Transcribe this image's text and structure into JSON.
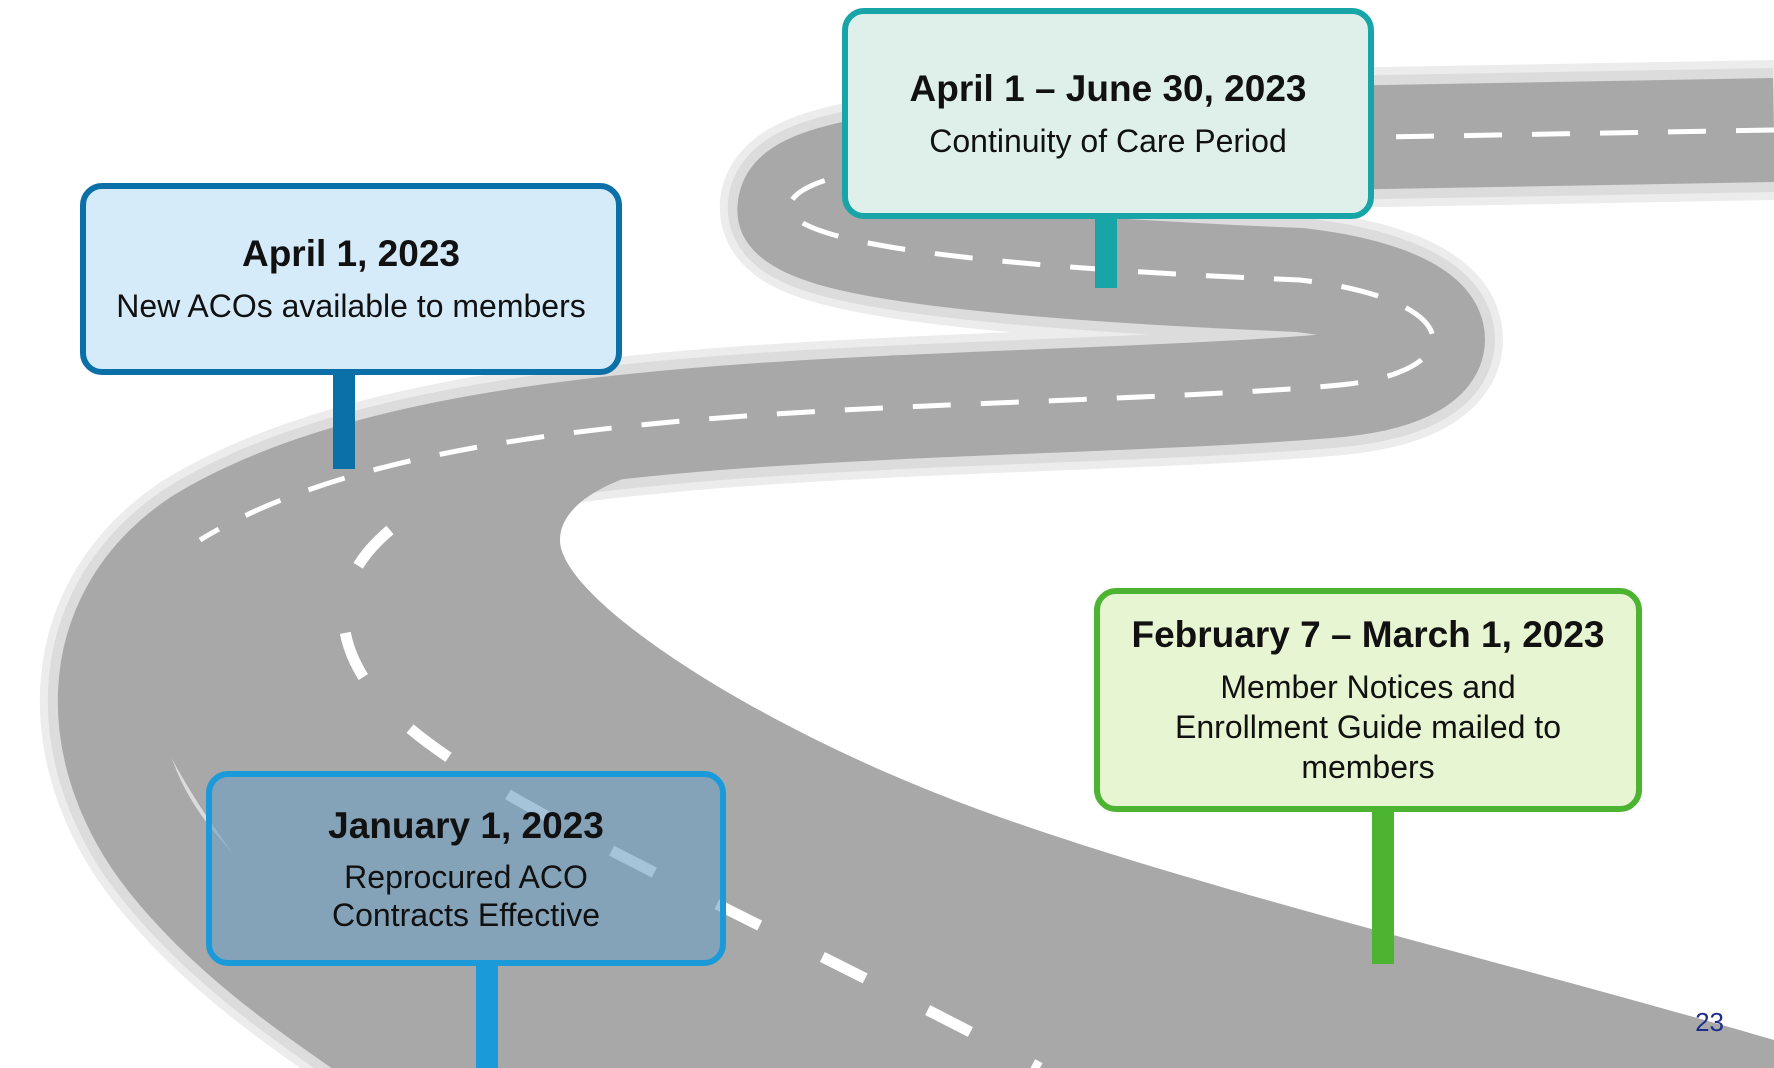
{
  "milestones": [
    {
      "date": "January 1, 2023",
      "description": "Reprocured ACO Contracts Effective",
      "color": "#1a9ad9"
    },
    {
      "date": "February 7 – March 1, 2023",
      "description": "Member Notices and Enrollment Guide mailed to members",
      "color": "#4db432"
    },
    {
      "date": "April 1, 2023",
      "description": "New ACOs available to members",
      "color": "#0b6fa8"
    },
    {
      "date": "April 1 – June 30, 2023",
      "description": "Continuity of Care Period",
      "color": "#17a5a8"
    }
  ],
  "page_number": "23",
  "colors": {
    "road": "#a8a8a8",
    "road_shoulder": "#e6e6e6",
    "lane_marking": "#ffffff"
  }
}
